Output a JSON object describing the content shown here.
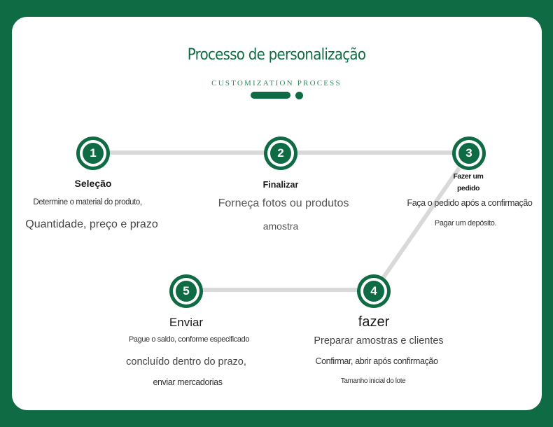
{
  "title": "Processo de personalização",
  "subtitle": "CUSTOMIZATION PROCESS",
  "colors": {
    "background": "#0f6b43",
    "accent": "#0f6b43",
    "connector": "#d9d9d9",
    "card": "#ffffff"
  },
  "steps": [
    {
      "number": "1",
      "heading": "Seleção",
      "lines": [
        "Determine o material do produto,",
        "Quantidade, preço e prazo"
      ]
    },
    {
      "number": "2",
      "heading": "Finalizar",
      "lines": [
        "Forneça fotos ou produtos",
        "amostra"
      ]
    },
    {
      "number": "3",
      "heading_lines": [
        "Fazer um",
        "pedido"
      ],
      "lines": [
        "Faça o pedido após a confirmação",
        "Pagar um depósito."
      ]
    },
    {
      "number": "4",
      "heading": "fazer",
      "lines": [
        "Preparar amostras e clientes",
        "Confirmar, abrir após confirmação",
        "Tamanho inicial do lote"
      ]
    },
    {
      "number": "5",
      "heading": "Enviar",
      "lines": [
        "Pague o saldo, conforme especificado",
        "concluído dentro do prazo,",
        "enviar mercadorias"
      ]
    }
  ]
}
